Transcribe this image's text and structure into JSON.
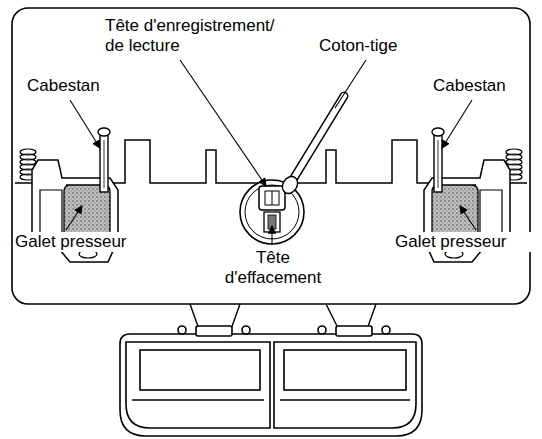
{
  "diagram": {
    "labels": [
      "Tête d'enregistrement/ de lecture",
      "Coton-tige",
      "Cabestan",
      "Cabestan",
      "Galet presseur",
      "Tête d'effacement",
      "Galet presseur"
    ]
  }
}
